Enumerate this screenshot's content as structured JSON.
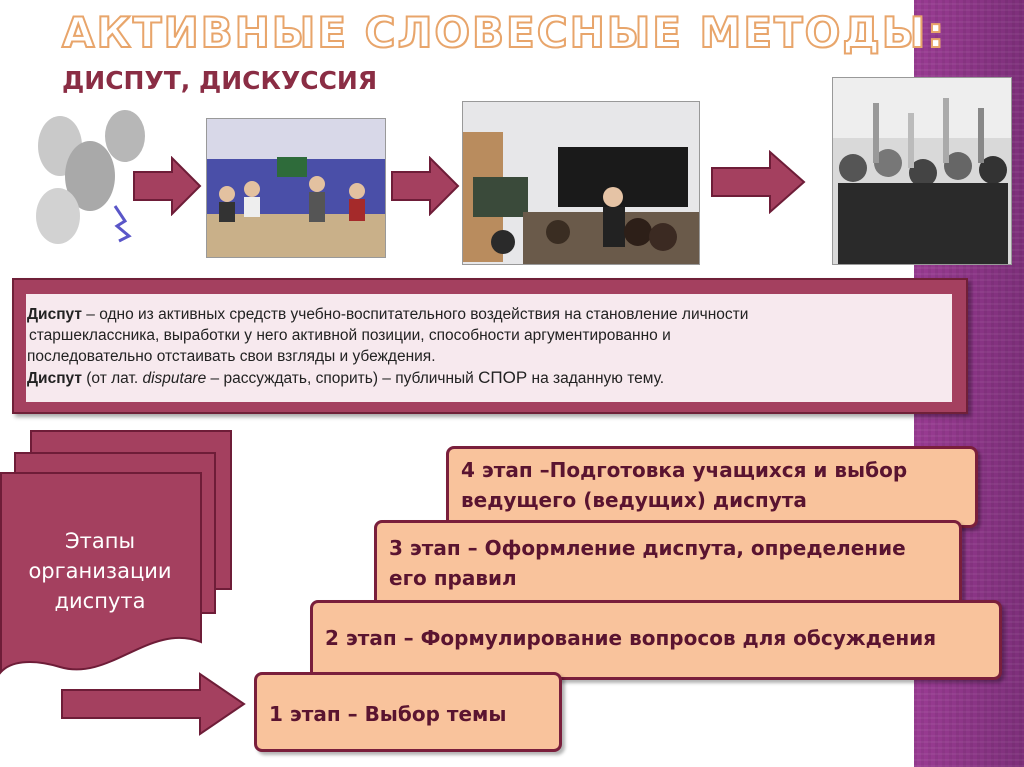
{
  "title": "АКТИВНЫЕ СЛОВЕСНЫЕ МЕТОДЫ:",
  "subtitle": "ДИСПУТ, ДИСКУССИЯ",
  "definition": {
    "term1": "Диспут",
    "line1_rest": " – одно из активных средств учебно-воспитательного воздействия на становление личности",
    "line2": "старшеклассника, выработки у него активной позиции, способности аргументированно и",
    "line3": "последовательно отстаивать свои взгляды и убеждения.",
    "term2": "Диспут",
    "line4_a": " (от лат. ",
    "line4_latin": "disputare",
    "line4_b": " – рассуждать, спорить) – публичный ",
    "line4_spor": "СПОР",
    "line4_c": " на заданную тему."
  },
  "stages": {
    "label_line1": "Этапы",
    "label_line2": "организации",
    "label_line3": "диспута",
    "step4_line1": "4 этап –Подготовка учащихся и выбор",
    "step4_line2": "ведущего (ведущих) диспута",
    "step3_line1": "3 этап – Оформление диспута, определение",
    "step3_line2": "его правил",
    "step2": "2 этап – Формулирование вопросов для обсуждения",
    "step1": "1 этап – Выбор темы"
  },
  "colors": {
    "accent": "#a4405f",
    "step_fill": "#f9c39c",
    "band": "#8a3587",
    "title_outline": "#e8a56b"
  }
}
